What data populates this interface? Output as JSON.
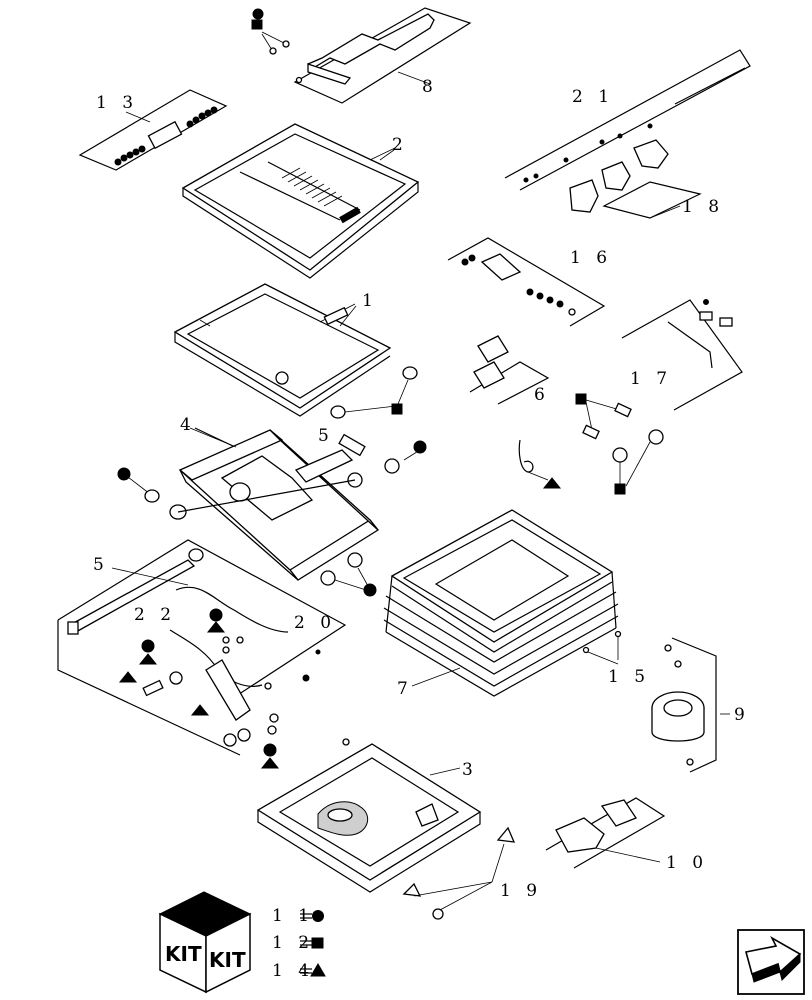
{
  "callouts": {
    "c1": "1",
    "c2": "2",
    "c3": "3",
    "c4": "4",
    "c5a": "5",
    "c5b": "5",
    "c6": "6",
    "c7": "7",
    "c8": "8",
    "c9": "9",
    "c10": "1 0",
    "c13": "1 3",
    "c15": "1 5",
    "c16": "1 6",
    "c17": "1 7",
    "c18": "1 8",
    "c19": "1 9",
    "c20": "2 0",
    "c21": "2 1",
    "c22": "2 2"
  },
  "kit": {
    "label_left": "KIT",
    "label_right": "KIT",
    "legend": [
      {
        "num": "1 1",
        "symbol": "circle"
      },
      {
        "num": "1 2",
        "symbol": "square"
      },
      {
        "num": "1 4",
        "symbol": "triangle"
      }
    ]
  },
  "nav": {
    "icon": "arrow-right-icon"
  }
}
